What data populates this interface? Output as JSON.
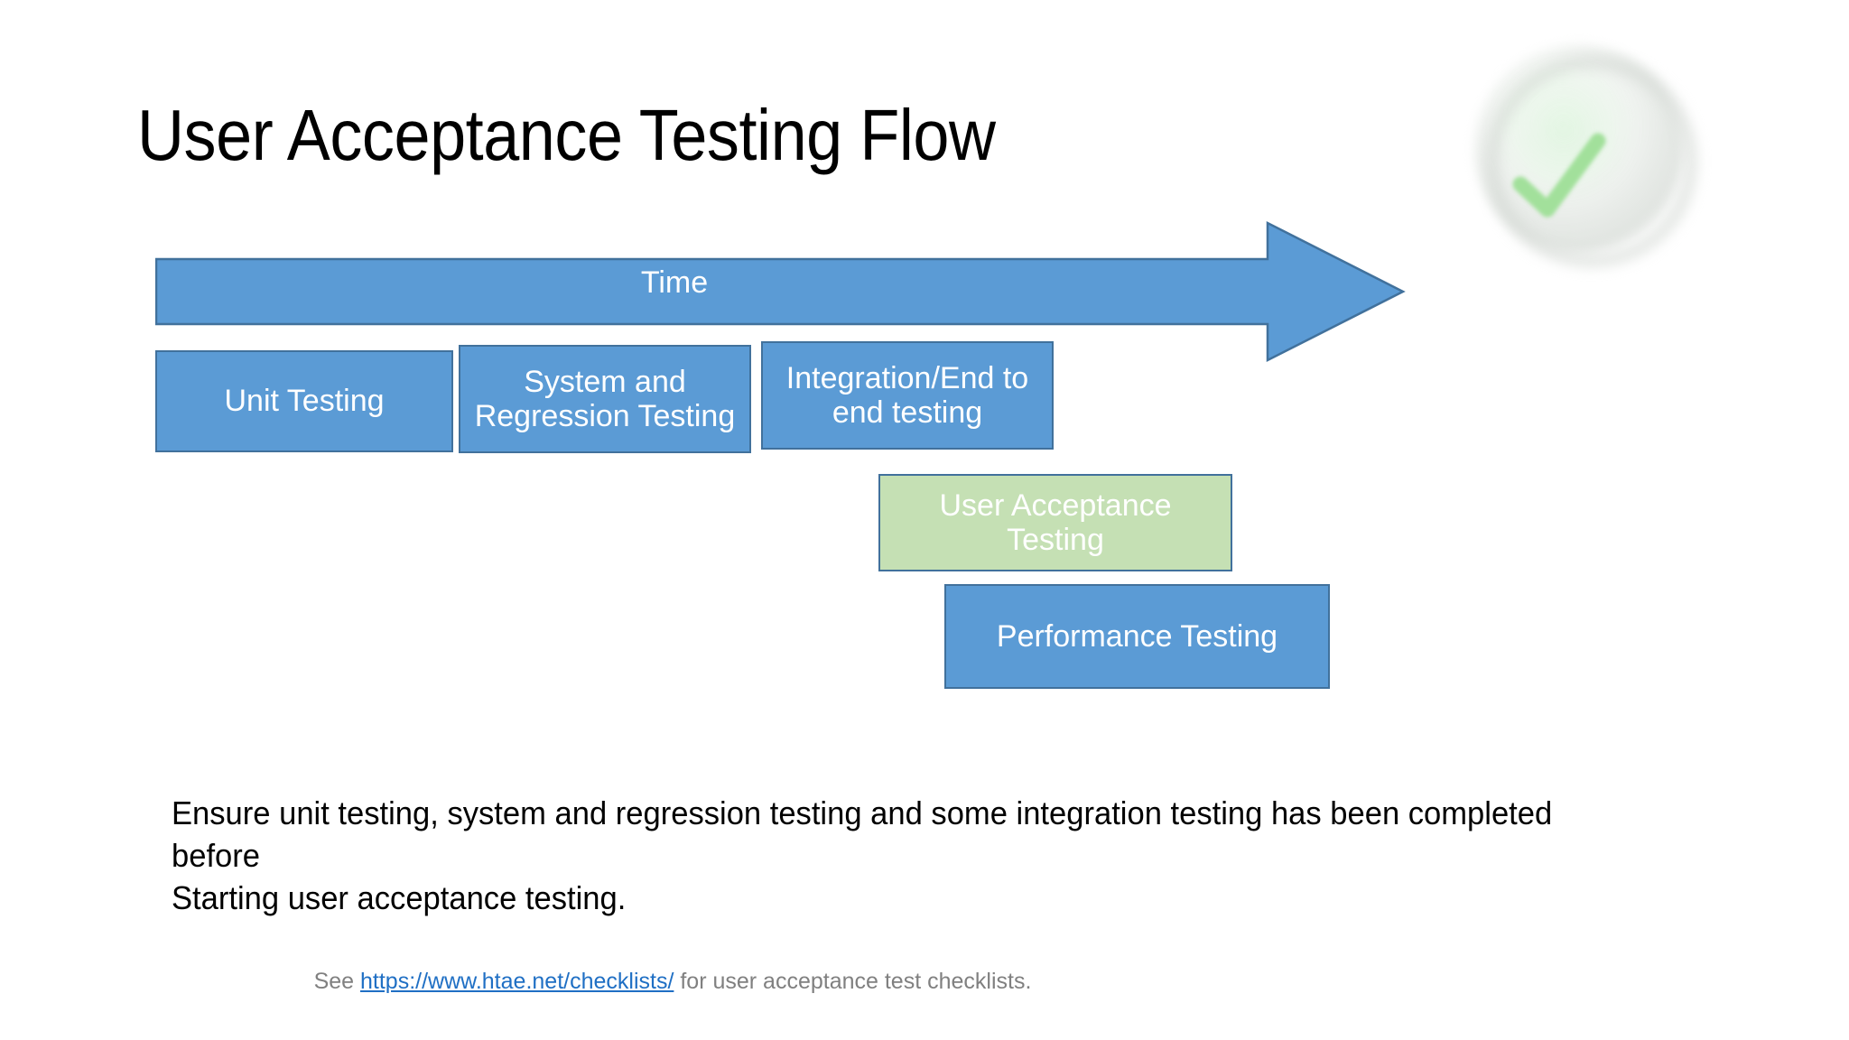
{
  "slide": {
    "title": "User Acceptance Testing Flow",
    "background_color": "#FFFFFF"
  },
  "logo": {
    "icon_name": "green-check-circle-logo",
    "check_color": "#A9E3A2",
    "circle_color": "#E3E7E3"
  },
  "timeline": {
    "arrow_label": "Time",
    "arrow_fill": "#5B9BD5",
    "arrow_stroke": "#41719C",
    "label_color": "#FFFFFF"
  },
  "phases": [
    {
      "id": "unit",
      "label": "Unit Testing",
      "fill": "#5B9BD5",
      "stroke": "#41719C",
      "text_color": "#FFFFFF",
      "highlight": false
    },
    {
      "id": "system",
      "label": "System and Regression Testing",
      "fill": "#5B9BD5",
      "stroke": "#41719C",
      "text_color": "#FFFFFF",
      "highlight": false
    },
    {
      "id": "integration",
      "label": "Integration/End to end testing",
      "fill": "#5B9BD5",
      "stroke": "#41719C",
      "text_color": "#FFFFFF",
      "highlight": false
    },
    {
      "id": "uat",
      "label": "User Acceptance Testing",
      "fill": "#C5E0B4",
      "stroke": "#41719C",
      "text_color": "#FFFFFF",
      "highlight": true
    },
    {
      "id": "performance",
      "label": "Performance Testing",
      "fill": "#5B9BD5",
      "stroke": "#41719C",
      "text_color": "#FFFFFF",
      "highlight": false
    }
  ],
  "body": {
    "line1": "Ensure unit testing, system and regression testing and some integration testing has been completed before",
    "line2": "Starting user acceptance testing."
  },
  "footer": {
    "prefix": "See ",
    "link_text": "https://www.htae.net/checklists/",
    "suffix": "  for user acceptance test checklists.",
    "link_color": "#1F6FC4",
    "text_color": "#808080"
  }
}
